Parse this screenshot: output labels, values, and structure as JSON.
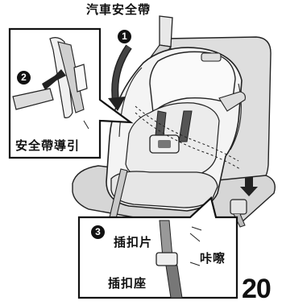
{
  "labels": {
    "vehicle_belt": "汽車安全帶",
    "belt_guide": "安全帶導引",
    "buckle_tab": "插扣片",
    "click": "咔嚓",
    "buckle_base": "插扣座"
  },
  "steps": [
    "1",
    "2",
    "3"
  ],
  "page_number": "20"
}
